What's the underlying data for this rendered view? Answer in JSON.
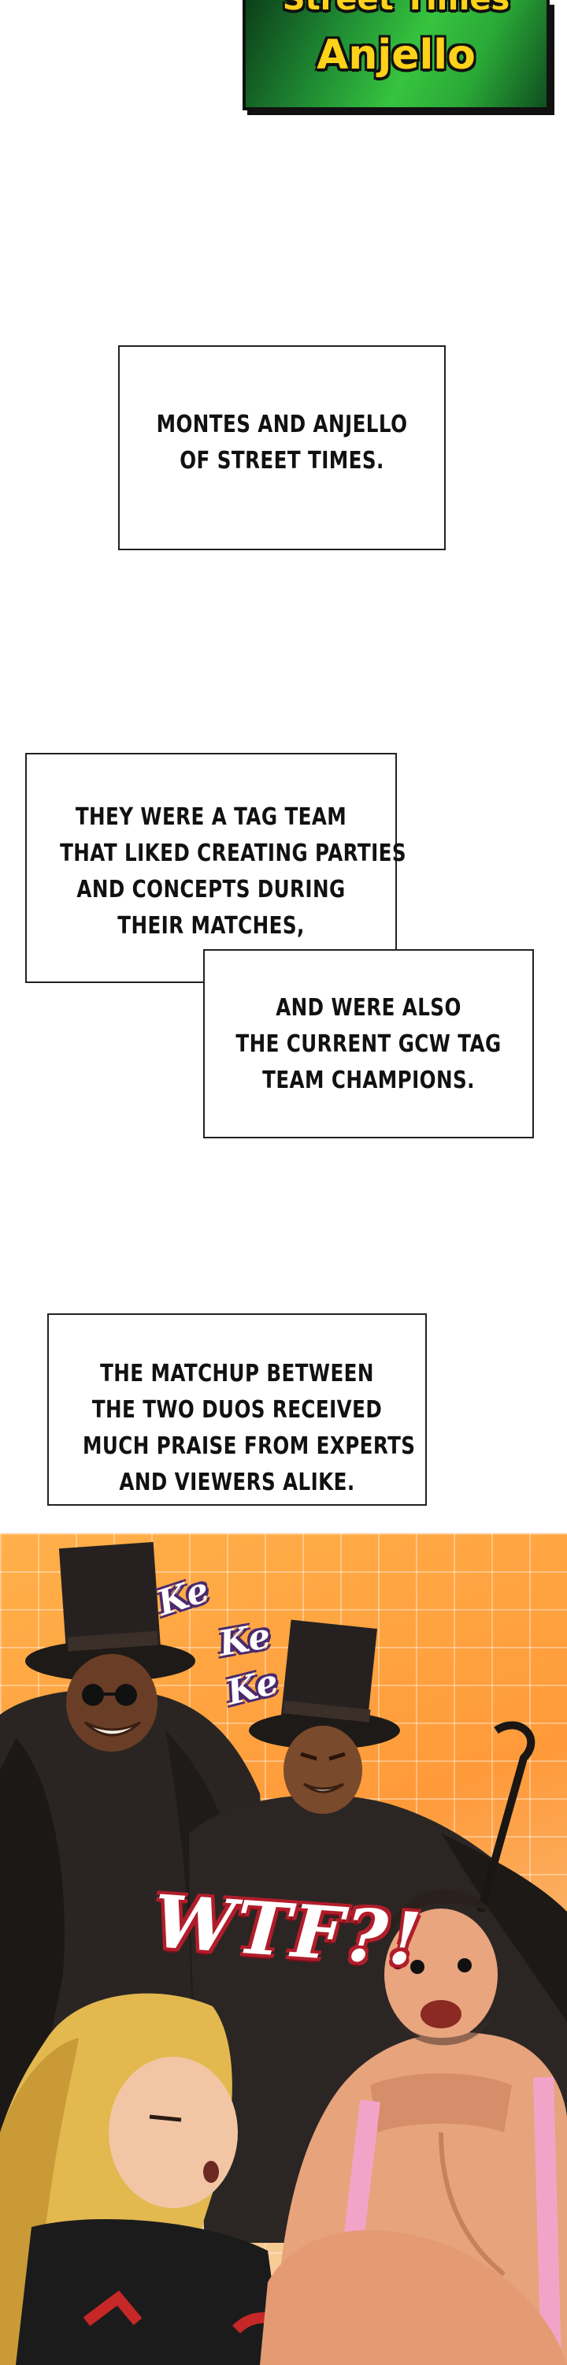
{
  "badge": {
    "line1": "Street Times",
    "line2": "Anjello"
  },
  "captions": {
    "c1": [
      "MONTES AND ANJELLO",
      "OF STREET TIMES."
    ],
    "c2": [
      "THEY WERE A TAG TEAM",
      "THAT LIKED CREATING PARTIES",
      "AND CONCEPTS DURING",
      "THEIR MATCHES,"
    ],
    "c3": [
      "AND WERE ALSO",
      "THE CURRENT GCW TAG",
      "TEAM CHAMPIONS."
    ],
    "c4": [
      "THE MATCHUP BETWEEN",
      "THE TWO DUOS RECEIVED",
      "MUCH PRAISE FROM EXPERTS",
      "AND VIEWERS ALIKE."
    ]
  },
  "sfx": {
    "ke1": "Ke",
    "ke2": "Ke",
    "ke3": "Ke",
    "wtf": "WTF?!"
  },
  "colors": {
    "badge_text": "#ffd21a",
    "badge_green": "#36c43f",
    "panel_orange": "#ff9a3a",
    "cloak": "#2a2523",
    "wtf_red": "#b11d2a"
  }
}
